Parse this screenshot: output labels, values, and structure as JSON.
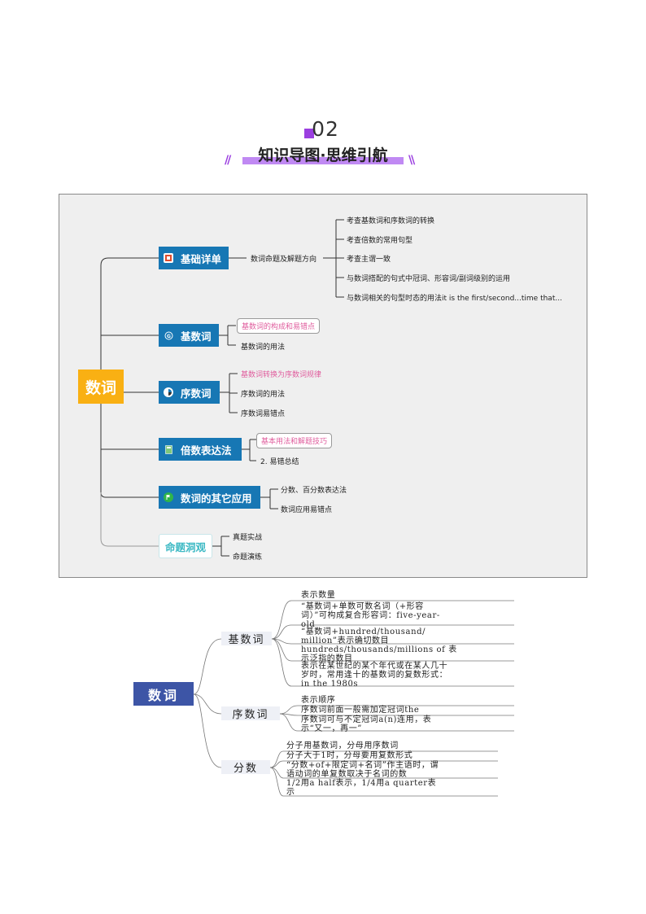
{
  "header": {
    "number": "02",
    "title": "知识导图·思维引航",
    "deco_left": "//",
    "deco_right": "\\\\"
  },
  "mindmap1": {
    "root": "数词",
    "branches": [
      {
        "label": "基础详单",
        "icon": "clipboard-icon",
        "mid": "数词命题及解题方向",
        "leaves": [
          "考查基数词和序数词的转换",
          "考查倍数的常用句型",
          "考查主谓一致",
          "与数词搭配的句式中冠词、形容词/副词级别的运用",
          "与数词相关的句型时态的用法it is the first/second...time that..."
        ]
      },
      {
        "label": "基数词",
        "icon": "g-circle-icon",
        "leaves": [
          "基数词的构成和易错点",
          "基数词的用法"
        ]
      },
      {
        "label": "序数词",
        "icon": "pie-chart-icon",
        "leaves": [
          "基数词转换为序数词规律",
          "序数词的用法",
          "序数词易错点"
        ]
      },
      {
        "label": "倍数表达法",
        "icon": "calculator-icon",
        "leaves": [
          "基本用法和解题技巧",
          "2. 易错总结"
        ]
      },
      {
        "label": "数词的其它应用",
        "icon": "flag-icon",
        "leaves": [
          "分数、百分数表达法",
          "数词应用易错点"
        ]
      },
      {
        "label": "命题洞观",
        "leaves": [
          "真题实战",
          "命题演练"
        ]
      }
    ],
    "colors": {
      "root": "#f9b013",
      "node": "#1777b4",
      "pink": "#e05e9e",
      "cyan": "#3cb9c4"
    }
  },
  "mindmap2": {
    "root": "数词",
    "branches": [
      {
        "label": "基数词",
        "leaves": [
          [
            "表示数量"
          ],
          [
            "“基数词+单数可数名词（+形容",
            "词）”可构成复合形容词：five-year-",
            "old"
          ],
          [
            "“基数词+hundred/thousand/",
            "million”表示确切数目"
          ],
          [
            "hundreds/thousands/millions of 表",
            "示泛指的数目"
          ],
          [
            "表示在某世纪的某个年代或在某人几十",
            "岁时，常用逢十的基数词的复数形式：",
            "in the 1980s"
          ]
        ]
      },
      {
        "label": "序数词",
        "leaves": [
          [
            "表示顺序"
          ],
          [
            "序数词前面一般需加定冠词the"
          ],
          [
            "序数词可与不定冠词a(n)连用，表",
            "示“又一，再一”"
          ]
        ]
      },
      {
        "label": "分数",
        "leaves": [
          [
            "分子用基数词，分母用序数词"
          ],
          [
            "分子大于1时，分母要用复数形式"
          ],
          [
            "“分数+of+限定词+名词”作主语时，谓",
            "语动词的单复数取决于名词的数"
          ],
          [
            "1/2用a half表示，1/4用a quarter表",
            "示"
          ]
        ]
      }
    ]
  }
}
